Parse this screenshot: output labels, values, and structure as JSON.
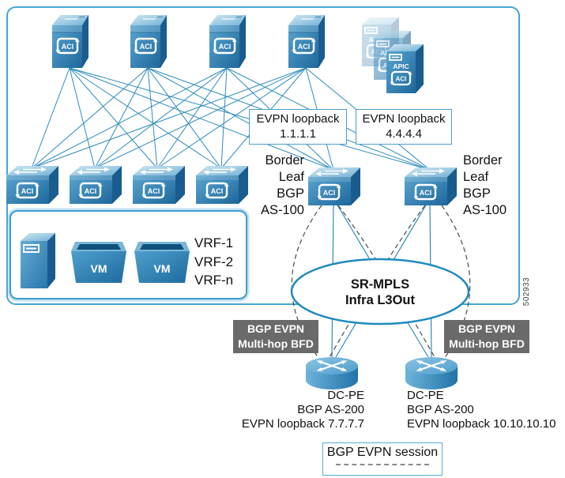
{
  "figure_number": "502933",
  "icons": {
    "aci_label": "ACI",
    "apic_label": "APIC",
    "vm_label": "VM"
  },
  "loopback_callouts": [
    {
      "title": "EVPN loopback",
      "address": "1.1.1.1"
    },
    {
      "title": "EVPN loopback",
      "address": "4.4.4.4"
    }
  ],
  "border_leaf_labels": [
    {
      "l1": "Border",
      "l2": "Leaf",
      "l3": "BGP",
      "l4": "AS-100"
    },
    {
      "l1": "Border",
      "l2": "Leaf",
      "l3": "BGP",
      "l4": "AS-100"
    }
  ],
  "vrf_box": {
    "vrf1": "VRF-1",
    "vrf2": "VRF-2",
    "vrf3": "VRF-n"
  },
  "sr_mpls": {
    "l1": "SR-MPLS",
    "l2": "Infra L3Out"
  },
  "bfd_badges": [
    {
      "l1": "BGP EVPN",
      "l2": "Multi-hop BFD"
    },
    {
      "l1": "BGP EVPN",
      "l2": "Multi-hop BFD"
    }
  ],
  "dc_pe": [
    {
      "name": "DC-PE",
      "asn": "BGP AS-200",
      "loopback": "EVPN loopback 7.7.7.7"
    },
    {
      "name": "DC-PE",
      "asn": "BGP AS-200",
      "loopback": "EVPN loopback 10.10.10.10"
    }
  ],
  "legend": {
    "label": "BGP EVPN session"
  },
  "colors": {
    "link": "#2e8bbe",
    "session_dash": "#4a4a4a",
    "fabric_border": "#45a5d3",
    "badge_bg": "#6a6a6a",
    "node_blue": "#2f7cb0",
    "cloud_stroke": "#1f8ac0"
  }
}
